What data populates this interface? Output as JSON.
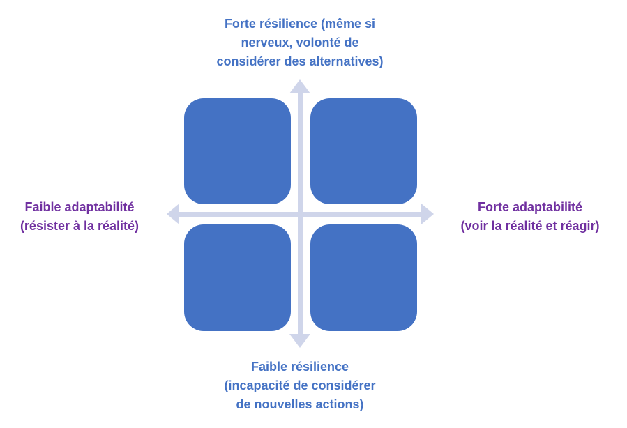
{
  "labels": {
    "top": [
      "Forte résilience (même si",
      "nerveux, volonté de",
      "considérer des alternatives)"
    ],
    "bottom": [
      "Faible résilience",
      "(incapacité de considérer",
      "de nouvelles actions)"
    ],
    "left": [
      "Faible adaptabilité",
      "(résister à la réalité)"
    ],
    "right": [
      "Forte adaptabilité",
      "(voir la réalité et réagir)"
    ]
  },
  "colors": {
    "quadrant": "#4472c4",
    "axis": "#cfd5ea",
    "vertical_labels": "#4472c4",
    "horizontal_labels": "#7030a0"
  }
}
